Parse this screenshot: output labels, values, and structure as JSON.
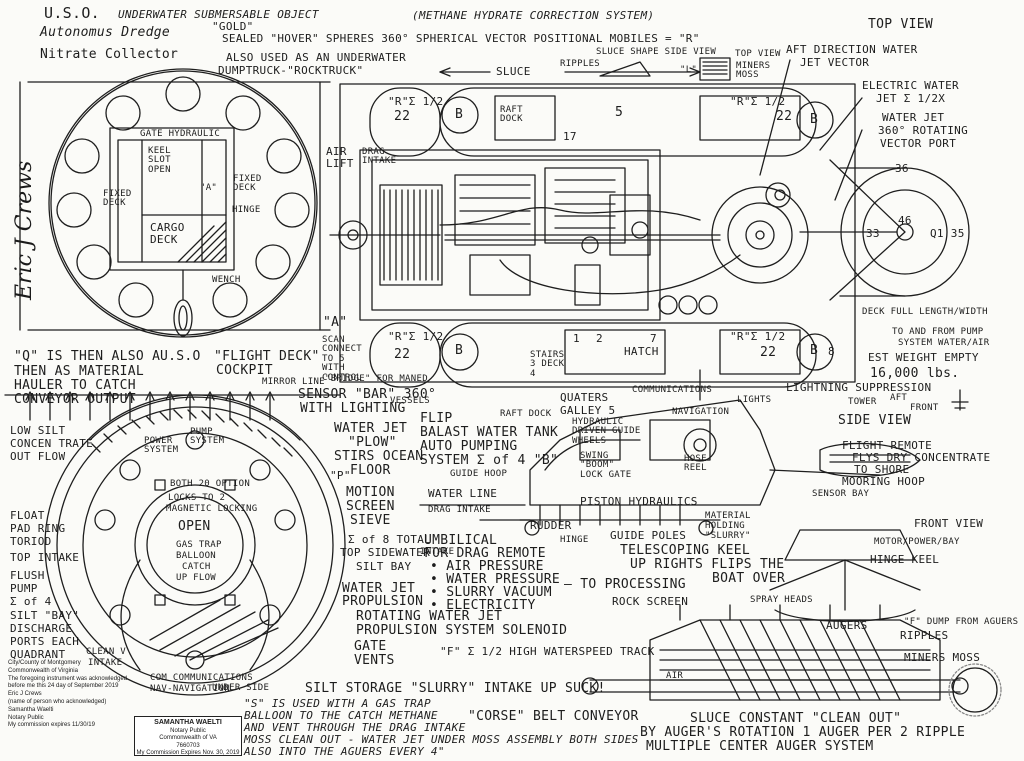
{
  "header": {
    "title_1": "U.S.O.",
    "title_2": "UNDERWATER SUBMERSABLE OBJECT",
    "title_3": "(METHANE HYDRATE CORRECTION SYSTEM)",
    "subtitle_1": "Autonomus Dredge",
    "subtitle_2": "\"GOLD\"",
    "subtitle_3": "SEALED \"HOVER\" SPHERES 360° SPHERICAL VECTOR POSITIONAL MOBILES = \"R\"",
    "collector": "Nitrate Collector",
    "dumptruck_1": "ALSO USED AS AN UNDERWATER",
    "dumptruck_2": "DUMPTRUCK-\"ROCKTRUCK\"",
    "top_view": "TOP VIEW"
  },
  "signature": "Eric J Crews",
  "top_left": {
    "gate_hydraulic": "GATE HYDRAULIC",
    "keel_slot_open": "KEEL SLOT OPEN",
    "fixed_deck_left": "FIXED DECK",
    "fixed_deck_right": "FIXED DECK",
    "a_small": "\"A\"",
    "hinge": "HINGE",
    "cargo_deck": "CARGO DECK",
    "wench": "WENCH",
    "a_big": "\"A\""
  },
  "top_view_labels": {
    "sluce": "SLUCE",
    "sluce_shape": "SLUCE SHAPE SIDE VIEW",
    "ripples": "RIPPLES",
    "top_view_small": "TOP VIEW",
    "l": "\"L\"",
    "miners_moss": "MINERS MOSS",
    "aft_direction": "AFT DIRECTION WATER",
    "jet_vector": "JET VECTOR",
    "electric_water": "ELECTRIC WATER",
    "jet": "JET Σ 1/2X",
    "water_jet": "WATER JET",
    "rotating": "360° ROTATING",
    "vector_port": "VECTOR PORT",
    "r_e_2_a": "\"R\"Σ 1/2",
    "r_e_2_b": "\"R\"Σ 1/2",
    "r_e_2_c": "\"R\"Σ 1/2",
    "r_e_2_d": "\"R\"Σ 1/2",
    "raft_dock": "RAFT DOCK",
    "air_lift": "AIR LIFT",
    "drag_intake": "DRAG INTAKE",
    "n22a": "22",
    "n22b": "22",
    "n22c": "22",
    "n22d": "22",
    "n5": "5",
    "n17": "17",
    "n36": "36",
    "n33": "33",
    "n46": "46",
    "q1_35": "Q1 35",
    "b1": "B",
    "b2": "B",
    "b3": "B",
    "b4": "B",
    "deck_full": "DECK FULL LENGTH/WIDTH",
    "to_from_pump": "TO AND FROM PUMP",
    "system_water": "SYSTEM WATER/AIR",
    "est_weight": "EST WEIGHT EMPTY",
    "weight_value": "16,000 lbs.",
    "scan_connect": "SCAN CONNECT TO 5 WITH CONTROL",
    "bridge": "\"BRIDGE\" FOR MANED",
    "vessels": "VESSELS",
    "stairs_deck": "STAIRS 3 DECK 4",
    "hatch": "HATCH",
    "n1": "1",
    "n2": "2",
    "n7": "7",
    "n8": "8"
  },
  "middle_left": {
    "q_text_1": "\"Q\" IS THEN ALSO A",
    "q_text_2": "THEN AS MATERIAL",
    "q_text_3": "HAULER TO CATCH",
    "q_text_4": "CONVEYOR OUTPUT",
    "uso": "U.S.O",
    "flight_deck": "\"FLIGHT DECK\"",
    "cockpit": "COCKPIT",
    "mirror_line": "MIRROR LINE",
    "sensor_bar": "SENSOR \"BAR\" 360°",
    "with_lighting": "WITH LIGHTING",
    "low_silt_1": "LOW SILT",
    "low_silt_2": "CONCEN TRATE",
    "low_silt_3": "OUT FLOW",
    "float_1": "FLOAT",
    "float_2": "PAD RING",
    "float_3": "TORIOD",
    "top_intake": "TOP INTAKE",
    "flush_1": "FLUSH",
    "flush_2": "PUMP",
    "flush_3": "Σ of 4",
    "silt_bay_1": "SILT \"BAY\"",
    "silt_bay_2": "DISCHARGE",
    "silt_bay_3": "PORTS EACH",
    "silt_bay_4": "QUADRANT",
    "pump_system": "PUMP SYSTEM",
    "power_system": "POWER SYSTEM",
    "open": "OPEN",
    "gas_trap_1": "GAS TRAP",
    "gas_trap_2": "BALLOON",
    "gas_trap_3": "CATCH",
    "gas_trap_4": "UP FLOW",
    "both_option": "BOTH 20 OPTION",
    "locks": "LOCKS TO 2",
    "magnetic": "MAGNETIC LOCKING",
    "clean_v": "CLEAN V",
    "intake": "INTAKE",
    "com_comm": "COM COMMUNICATIONS",
    "nav": "NAV-NAVIGATION",
    "under_side": "UNDER SIDE"
  },
  "middle_center": {
    "water_jet_plow_1": "WATER JET",
    "water_jet_plow_2": "\"PLOW\"",
    "water_jet_plow_3": "STIRS OCEAN",
    "water_jet_plow_4": "FLOOR",
    "p_label": "\"P\"",
    "motion_1": "MOTION",
    "motion_2": "SCREEN",
    "motion_3": "SIEVE",
    "sum8_1": "Σ of 8 TOTAL",
    "sum8_2": "TOP SIDEWATER",
    "sum8_3": "INTAKE",
    "silt_bay": "SILT BAY",
    "water_jet_prop_1": "WATER JET",
    "water_jet_prop_2": "PROPULSION",
    "rotating_1": "ROTATING WATER JET",
    "rotating_2": "PROPULSION SYSTEM SOLENOID",
    "gate": "GATE",
    "vents": "VENTS",
    "f_track": "\"F\" Σ 1/2 HIGH WATERSPEED TRACK",
    "silt_storage": "SILT STORAGE \"SLURRY\" INTAKE UP SUCK!",
    "s_used_1": "\"S\" IS USED WITH A GAS TRAP",
    "s_used_2": "BALLOON TO THE CATCH METHANE",
    "s_used_3": "AND VENT THROUGH THE DRAG INTAKE",
    "s_used_4": "MOSS CLEAN OUT - WATER JET UNDER MOSS ASSEMBLY BOTH SIDES",
    "s_used_5": "ALSO INTO THE AGUERS EVERY 4\"",
    "flip_1": "FLIP",
    "flip_2": "BALAST WATER TANK",
    "flip_3": "AUTO PUMPING",
    "flip_4": "SYSTEM Σ of 4 \"B\"",
    "water_line": "WATER LINE",
    "drag_intake": "DRAG INTAKE",
    "rudder": "RUDDER",
    "hinge": "HINGE",
    "umbilical_1": "UMBILICAL",
    "umbilical_2": "FOR DRAG REMOTE",
    "umbilical_3": "• AIR PRESSURE",
    "umbilical_4": "• WATER PRESSURE",
    "umbilical_5": "• SLURRY VACUUM",
    "umbilical_6": "• ELECTRICITY",
    "to_processing": "– TO PROCESSING",
    "guide_poles": "GUIDE POLES",
    "material_1": "MATERIAL",
    "material_2": "HOLDING",
    "material_3": "\"SLURRY\"",
    "telescoping_1": "TELESCOPING KEEL",
    "telescoping_2": "UP RIGHTS FLIPS THE",
    "telescoping_3": "BOAT OVER",
    "piston": "PISTON HYDRAULICS",
    "raft_dock": "RAFT DOCK",
    "quaters_1": "QUATERS",
    "quaters_2": "GALLEY 5",
    "communications": "COMMUNICATIONS",
    "navigation": "NAVIGATION",
    "lights": "LIGHTS",
    "hydraulic": "HYDRAULIC DRIVEN GUIDE WHEELS",
    "guide_hoop": "GUIDE HOOP",
    "swing_boom": "SWING \"BOOM\" LOCK GATE",
    "hose_reel": "HOSE REEL",
    "belt_conveyor": "\"CORSE\" BELT CONVEYOR"
  },
  "right_side": {
    "lightning": "LIGHTNING SUPPRESSION",
    "tower": "TOWER",
    "aft": "AFT",
    "front": "FRONT",
    "side_view": "SIDE VIEW",
    "flight_remote_1": "FLIGHT REMOTE",
    "flight_remote_2": "FLYS DRY CONCENTRATE",
    "flight_remote_3": "TO SHORE",
    "flight_remote_4": "MOORING HOOP",
    "sensor_bay": "SENSOR BAY",
    "front_view": "FRONT VIEW",
    "motor": "MOTOR/POWER/BAY",
    "hinge_keel": "HINGE KEEL",
    "rock_screen": "ROCK SCREEN",
    "spray_heads": "SPRAY HEADS",
    "augers": "AUGERS",
    "f_dump": "\"F\" DUMP FROM AGUERS",
    "ripples": "RIPPLES",
    "miners_moss": "MINERS MOSS",
    "air": "AIR",
    "sluce_1": "SLUCE CONSTANT \"CLEAN OUT\"",
    "sluce_2": "BY AUGER'S ROTATION 1 AUGER PER 2 RIPPLE",
    "sluce_3": "MULTIPLE CENTER AUGER SYSTEM"
  },
  "notary": {
    "line1": "City/County of Montgomery",
    "line2": "Commonwealth of Virginia",
    "line3": "The foregoing instrument was acknowledged",
    "line4": "before me this 24 day of September 2019",
    "line5": "Eric J Crews",
    "line6": "(name of person who acknowledged)",
    "line7": "Samantha Waelti",
    "line8": "Notary Public",
    "line9": "My commission expires 11/30/19"
  },
  "stamp": {
    "name": "SAMANTHA WAELTI",
    "line2": "Notary Public",
    "line3": "Commonwealth of VA",
    "line4": "7660703",
    "line5": "My Commission Expires Nov. 30, 2019"
  }
}
